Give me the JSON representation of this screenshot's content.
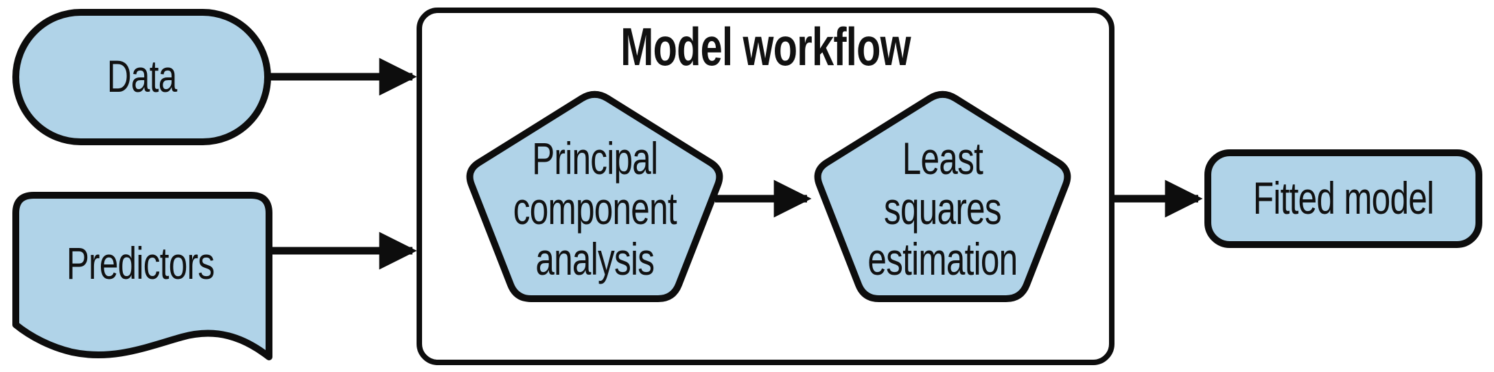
{
  "figure": {
    "background": "#ffffff",
    "colors": {
      "node_fill": "#b0d3e8",
      "stroke": "#0d0d0d",
      "text": "#111111"
    },
    "workflow_box": {
      "title": "Model workflow"
    },
    "nodes": {
      "data": {
        "label": "Data",
        "shape": "stadium"
      },
      "predictors": {
        "label": "Predictors",
        "shape": "document"
      },
      "pca": {
        "label": "Principal\ncomponent\nanalysis",
        "shape": "pentagon"
      },
      "lse": {
        "label": "Least\nsquares\nestimation",
        "shape": "pentagon"
      },
      "fitted_model": {
        "label": "Fitted model",
        "shape": "rounded-rectangle"
      }
    },
    "edges": [
      {
        "from": "data",
        "to": "workflow_box"
      },
      {
        "from": "predictors",
        "to": "workflow_box"
      },
      {
        "from": "pca",
        "to": "lse"
      },
      {
        "from": "workflow_box",
        "to": "fitted_model"
      }
    ]
  }
}
